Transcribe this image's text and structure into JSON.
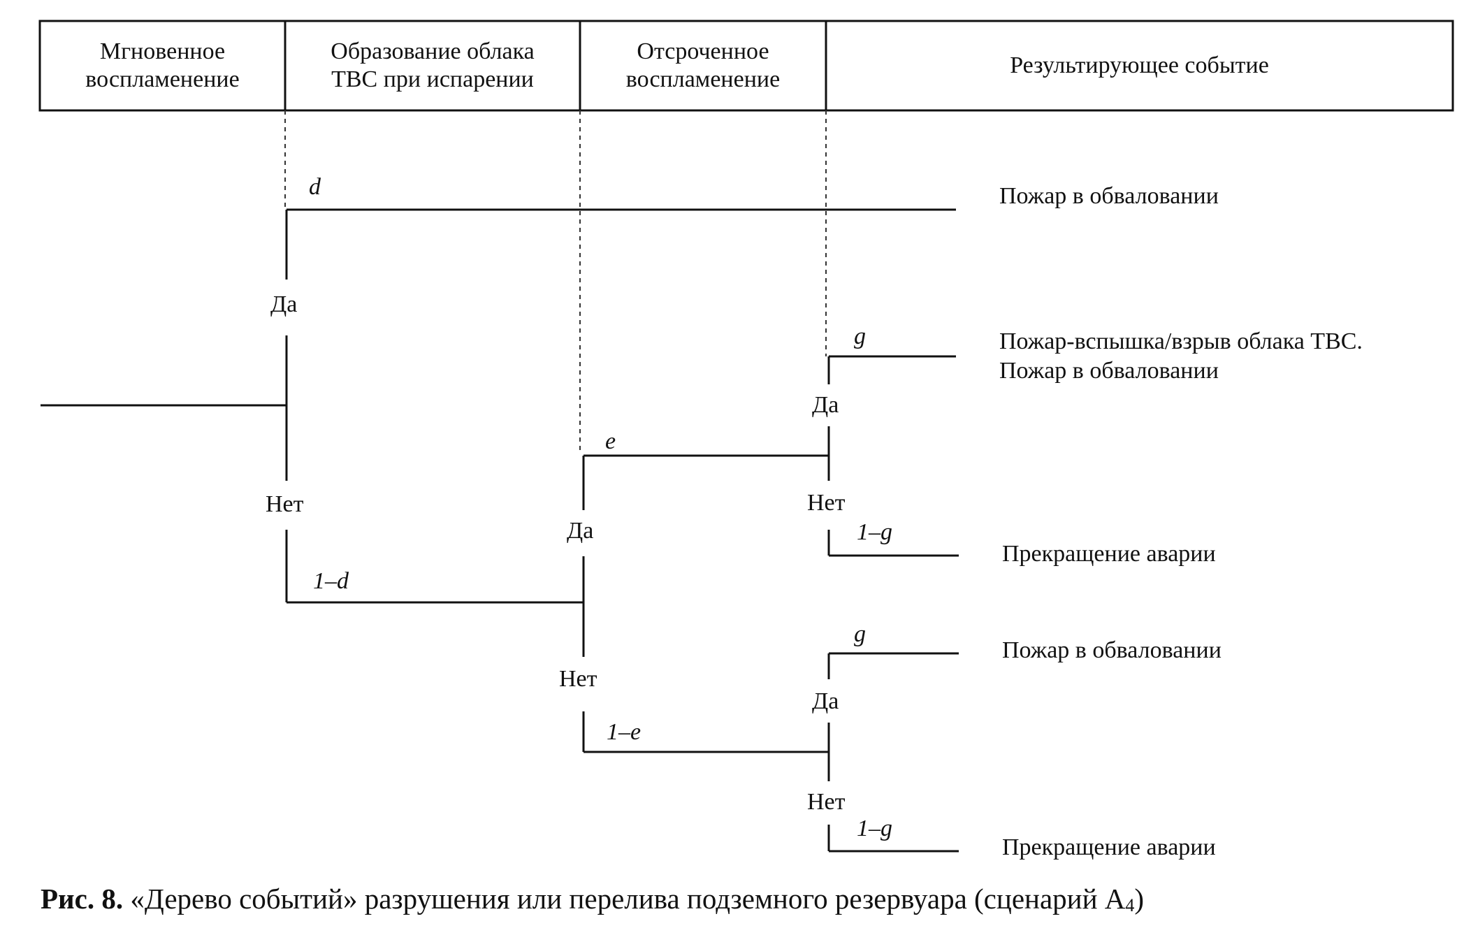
{
  "header": {
    "col1": [
      "Мгновенное",
      "воспламенение"
    ],
    "col2": [
      "Образование облака",
      "ТВС при испарении"
    ],
    "col3": [
      "Отсроченное",
      "воспламенение"
    ],
    "col4": "Результирующее событие"
  },
  "branches": {
    "yes": "Да",
    "no": "Нет",
    "d": "d",
    "one_minus_d": "1–d",
    "e": "e",
    "one_minus_e": "1–e",
    "g": "g",
    "one_minus_g": "1–g"
  },
  "outcomes": {
    "o1": "Пожар в обваловании",
    "o2_line1": "Пожар-вспышка/взрыв облака ТВС.",
    "o2_line2": "Пожар в обваловании",
    "o3": "Прекращение аварии",
    "o4": "Пожар в обваловании",
    "o5": "Прекращение аварии"
  },
  "caption": {
    "label": "Рис. 8.",
    "text": "«Дерево событий» разрушения или перелива подземного резервуара (сценарий А",
    "subscript": "4",
    "closing": ")"
  }
}
